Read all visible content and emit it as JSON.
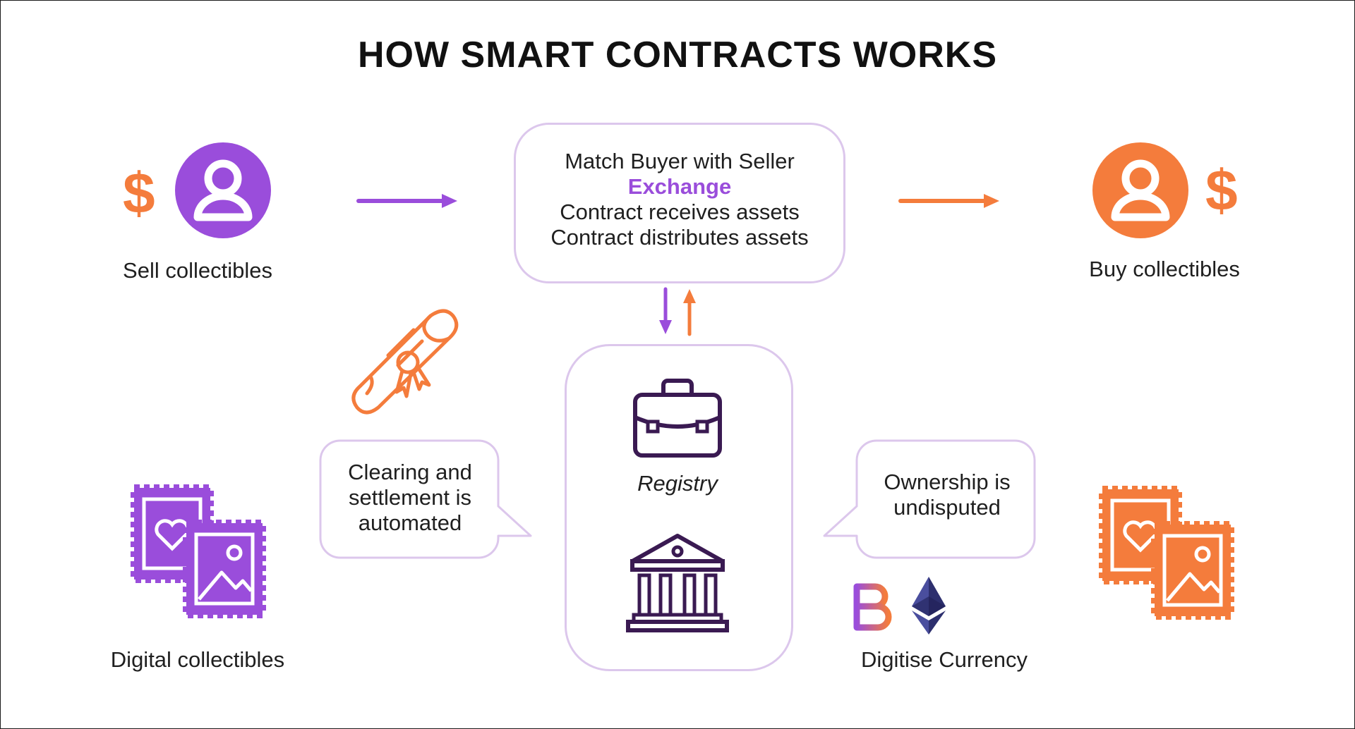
{
  "title": "HOW SMART CONTRACTS WORKS",
  "colors": {
    "purple": "#9a4ddb",
    "orange": "#f47c3c",
    "light_border": "#dcc7ec",
    "dark_purple": "#3a1a52"
  },
  "seller": {
    "label": "Sell collectibles",
    "dollar": "$",
    "icon": "user-icon"
  },
  "buyer": {
    "label": "Buy collectibles",
    "dollar": "$",
    "icon": "user-icon"
  },
  "center_box": {
    "line1": "Match Buyer with Seller",
    "line2": "Exchange",
    "line3": "Contract receives assets",
    "line4": "Contract distributes assets"
  },
  "registry": {
    "label": "Registry",
    "icons": [
      "briefcase-icon",
      "bank-icon"
    ]
  },
  "left_bubble": {
    "line1": "Clearing and",
    "line2": "settlement is",
    "line3": "automated"
  },
  "right_bubble": {
    "line1": "Ownership is",
    "line2": "undisputed"
  },
  "digital_collectibles": {
    "label": "Digital collectibles",
    "icon": "stamps-icon"
  },
  "digitise_currency": {
    "label": "Digitise Currency",
    "icons": [
      "bitcoin-icon",
      "ethereum-icon"
    ]
  },
  "certificate": {
    "icon": "scroll-certificate-icon"
  }
}
